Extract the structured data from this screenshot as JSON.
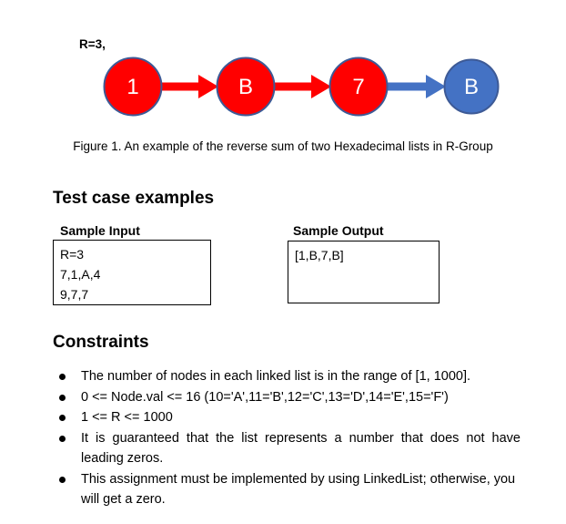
{
  "figure": {
    "r_label": "R=3,",
    "nodes": [
      {
        "label": "1",
        "fill": "#FF0000"
      },
      {
        "label": "B",
        "fill": "#FF0000"
      },
      {
        "label": "7",
        "fill": "#FF0000"
      },
      {
        "label": "B",
        "fill": "#4472C4"
      }
    ],
    "node_border_color": "#3D5A96",
    "arrow_colors": [
      "#FF0000",
      "#FF0000",
      "#4472C4"
    ],
    "caption": "Figure 1. An example of the reverse sum of two Hexadecimal lists in R-Group"
  },
  "test_cases": {
    "heading": "Test case examples",
    "sample_input": {
      "label": "Sample Input",
      "lines": [
        "R=3",
        "7,1,A,4",
        "9,7,7"
      ]
    },
    "sample_output": {
      "label": "Sample Output",
      "lines": [
        "[1,B,7,B]"
      ]
    }
  },
  "constraints": {
    "heading": "Constraints",
    "items": [
      "The number of nodes in each linked list is in the range of [1, 1000].",
      "0 <= Node.val <= 16 (10='A',11='B',12='C',13='D',14='E',15='F')",
      "1 <= R <= 1000",
      "It is guaranteed that the list represents a number that does not have leading zeros.",
      "This assignment must be implemented by using LinkedList; otherwise, you will get a zero."
    ]
  }
}
